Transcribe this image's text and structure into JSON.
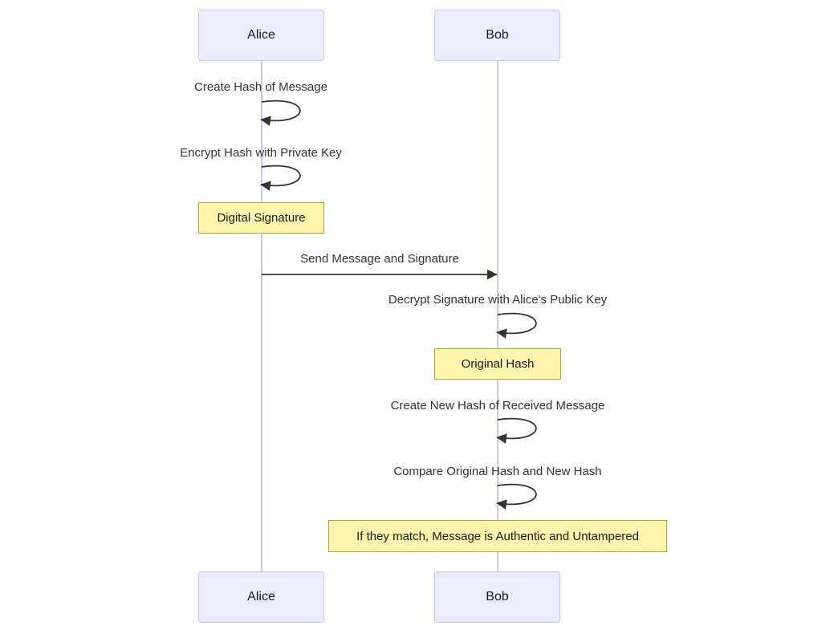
{
  "diagram": {
    "type_hint": "sequence-diagram",
    "colors": {
      "actor_fill": "#ECECFF",
      "actor_border": "#CFC6EC",
      "actor_text": "#1a1a1a",
      "lifeline": "#CCC6EC",
      "note_fill": "#FFF5AD",
      "note_border": "#AAAA33",
      "note_text": "#1a1a1a",
      "text": "#333333",
      "arrow": "#333333"
    },
    "actors": [
      {
        "id": "alice",
        "label": "Alice"
      },
      {
        "id": "bob",
        "label": "Bob"
      }
    ],
    "steps": [
      {
        "type": "self-message",
        "actor": "alice",
        "label": "Create Hash of Message"
      },
      {
        "type": "self-message",
        "actor": "alice",
        "label": "Encrypt Hash with Private Key"
      },
      {
        "type": "note",
        "over": "alice",
        "label": "Digital Signature"
      },
      {
        "type": "message",
        "from": "alice",
        "to": "bob",
        "label": "Send Message and Signature"
      },
      {
        "type": "self-message",
        "actor": "bob",
        "label": "Decrypt Signature with Alice's Public Key"
      },
      {
        "type": "note",
        "over": "bob",
        "label": "Original Hash"
      },
      {
        "type": "self-message",
        "actor": "bob",
        "label": "Create New Hash of Received Message"
      },
      {
        "type": "self-message",
        "actor": "bob",
        "label": "Compare Original Hash and New Hash"
      },
      {
        "type": "note",
        "over": "bob",
        "label": "If they match, Message is Authentic and Untampered"
      }
    ]
  }
}
